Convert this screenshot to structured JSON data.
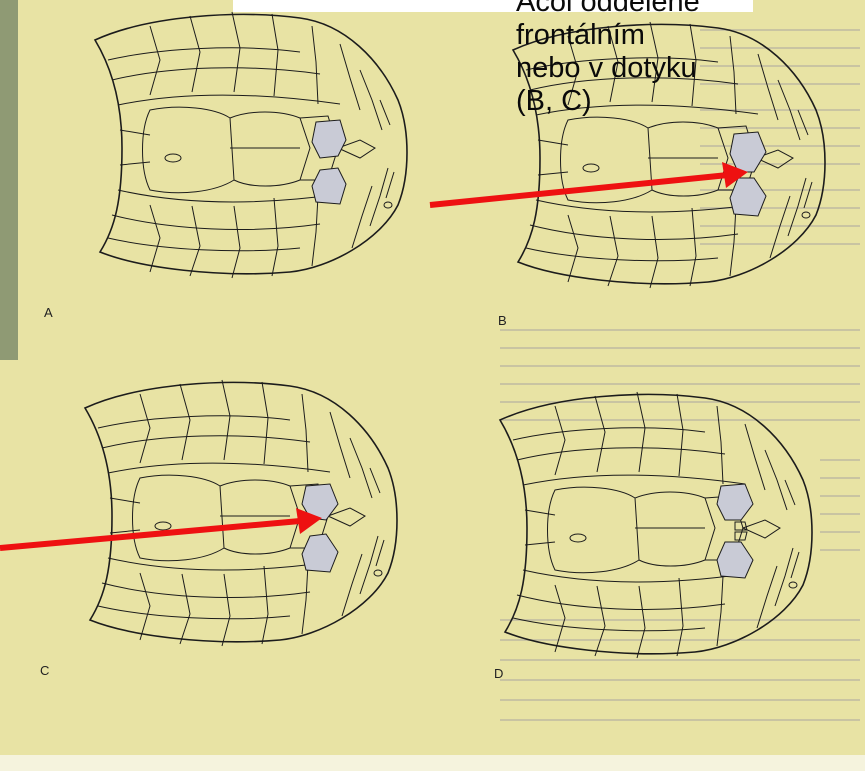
{
  "panels": [
    {
      "label": "A",
      "highlight": "separated"
    },
    {
      "label": "B",
      "highlight": "separated"
    },
    {
      "label": "C",
      "highlight": "separated"
    },
    {
      "label": "D",
      "highlight": "small-scales-between"
    }
  ],
  "annotation": {
    "text": "Acol oddělené frontálním nebo v dotyku (B, C)"
  },
  "colors": {
    "page_background": "#e8e3a4",
    "photo_strip": "#8f9a74",
    "scale_outline": "#1c1c1c",
    "highlighted_scale": "#c9cbd6",
    "arrow": "#ee1111",
    "caption_text": "#0a0a0a"
  }
}
